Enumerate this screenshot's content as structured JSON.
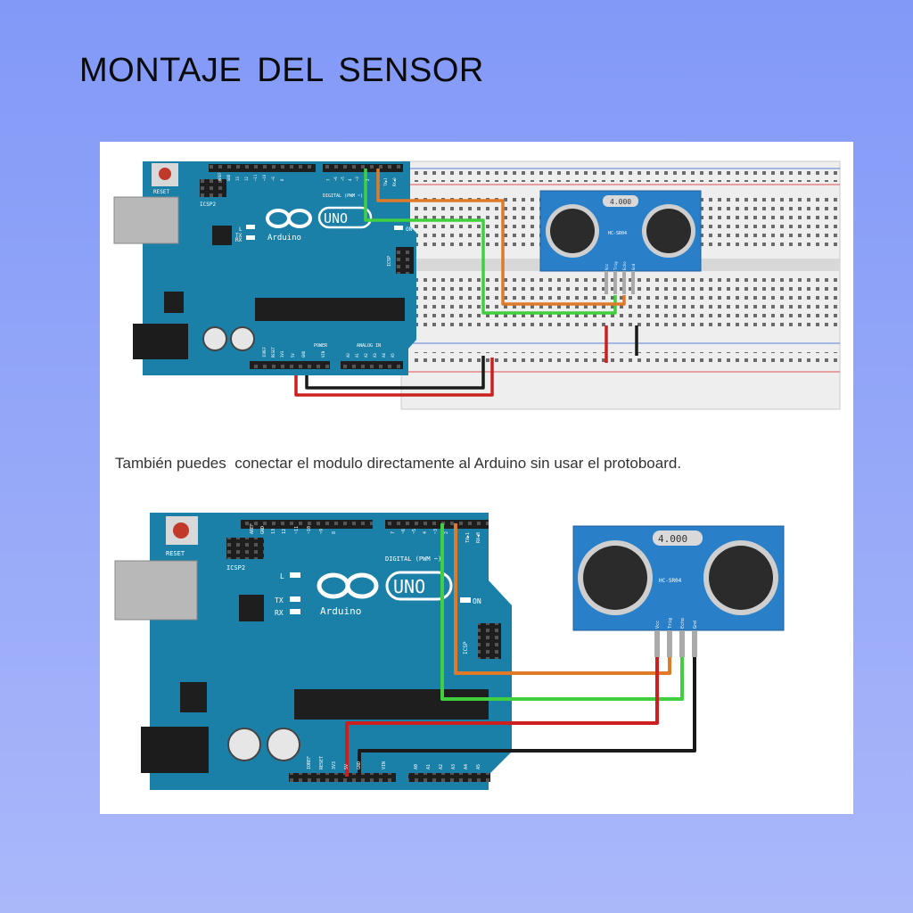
{
  "slide": {
    "title": "MONTAJE  DEL  SENSOR",
    "caption": "También puedes  conectar el modulo directamente al Arduino sin usar el protoboard."
  },
  "arduino": {
    "logo": "UNO",
    "brand": "Arduino",
    "reset": "RESET",
    "icsp2": "ICSP2",
    "icsp": "ICSP",
    "digital": "DIGITAL (PWM ~)",
    "power": "POWER",
    "analog": "ANALOG IN",
    "led_l": "L",
    "led_tx": "TX",
    "led_rx": "RX",
    "led_on": "ON",
    "pin_aref": "AREF",
    "pin_gnd": "GND",
    "pin_13": "13",
    "pin_12": "12",
    "pin_11": "~11",
    "pin_10": "~10",
    "pin_9": "~9",
    "pin_8": "8",
    "pin_7": "7",
    "pin_6": "~6",
    "pin_5": "~5",
    "pin_4": "4",
    "pin_3": "~3",
    "pin_2": "2",
    "pin_tx": "TX▶1",
    "pin_rx": "RX◀0",
    "pin_ioref": "IOREF",
    "pin_reset": "RESET",
    "pin_3v3": "3V3",
    "pin_5v": "5V",
    "pin_gnd2": "GND",
    "pin_vin": "VIN",
    "pin_a0": "A0",
    "pin_a1": "A1",
    "pin_a2": "A2",
    "pin_a3": "A3",
    "pin_a4": "A4",
    "pin_a5": "A5"
  },
  "sensor": {
    "crystal": "4.000",
    "model": "HC-SR04",
    "pin_vcc": "Vcc",
    "pin_trig": "Trig",
    "pin_echo": "Echo",
    "pin_gnd": "Gnd"
  },
  "colors": {
    "board": "#1b80a8",
    "sensor": "#2a7fc9",
    "wire_green": "#3fcf3f",
    "wire_orange": "#de7a28",
    "wire_red": "#cc2020",
    "wire_black": "#1a1a1a"
  }
}
